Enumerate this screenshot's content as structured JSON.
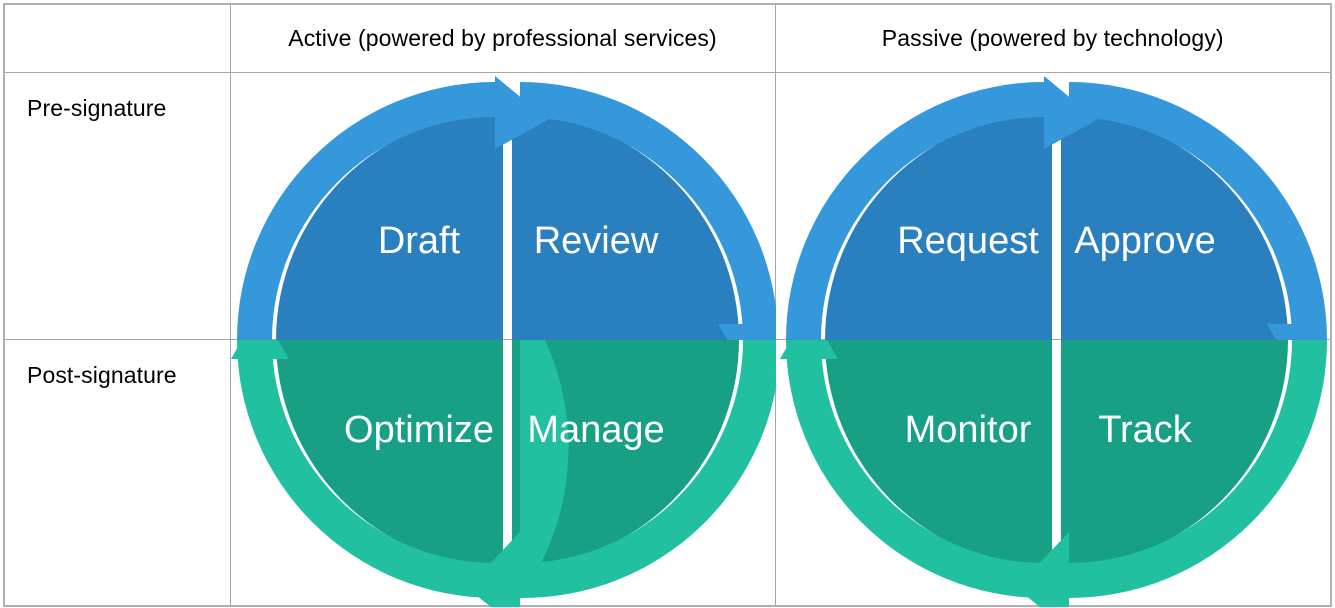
{
  "matrix": {
    "corner_label": "",
    "columns": [
      {
        "key": "active",
        "label": "Active (powered by professional services)"
      },
      {
        "key": "passive",
        "label": "Passive (powered by technology)"
      }
    ],
    "rows": [
      {
        "key": "pre",
        "label": "Pre-signature"
      },
      {
        "key": "post",
        "label": "Post-signature"
      }
    ]
  },
  "cycles": {
    "active": {
      "pre": {
        "phase_color_fill": "#2a7fbf",
        "phase_color_arc": "#3498db",
        "stages": [
          {
            "id": "draft",
            "label": "Draft",
            "quadrant": "top-left"
          },
          {
            "id": "review",
            "label": "Review",
            "quadrant": "top-right"
          }
        ]
      },
      "post": {
        "phase_color_fill": "#17a085",
        "phase_color_arc": "#21c0a0",
        "stages": [
          {
            "id": "optimize",
            "label": "Optimize",
            "quadrant": "bottom-left"
          },
          {
            "id": "manage",
            "label": "Manage",
            "quadrant": "bottom-right"
          }
        ]
      }
    },
    "passive": {
      "pre": {
        "phase_color_fill": "#2a7fbf",
        "phase_color_arc": "#3498db",
        "stages": [
          {
            "id": "request",
            "label": "Request",
            "quadrant": "top-left"
          },
          {
            "id": "approve",
            "label": "Approve",
            "quadrant": "top-right"
          }
        ]
      },
      "post": {
        "phase_color_fill": "#17a085",
        "phase_color_arc": "#21c0a0",
        "stages": [
          {
            "id": "monitor",
            "label": "Monitor",
            "quadrant": "bottom-left"
          },
          {
            "id": "track",
            "label": "Track",
            "quadrant": "bottom-right"
          }
        ]
      }
    }
  },
  "palette": {
    "blue_fill": "#2a7fbf",
    "blue_arc": "#3498db",
    "green_fill": "#17a085",
    "green_arc": "#21c0a0",
    "grid_line": "#a6a6a6",
    "grid_outer": "#b0b0b0",
    "text": "#000000",
    "label_text": "#ffffff",
    "background": "#ffffff"
  }
}
